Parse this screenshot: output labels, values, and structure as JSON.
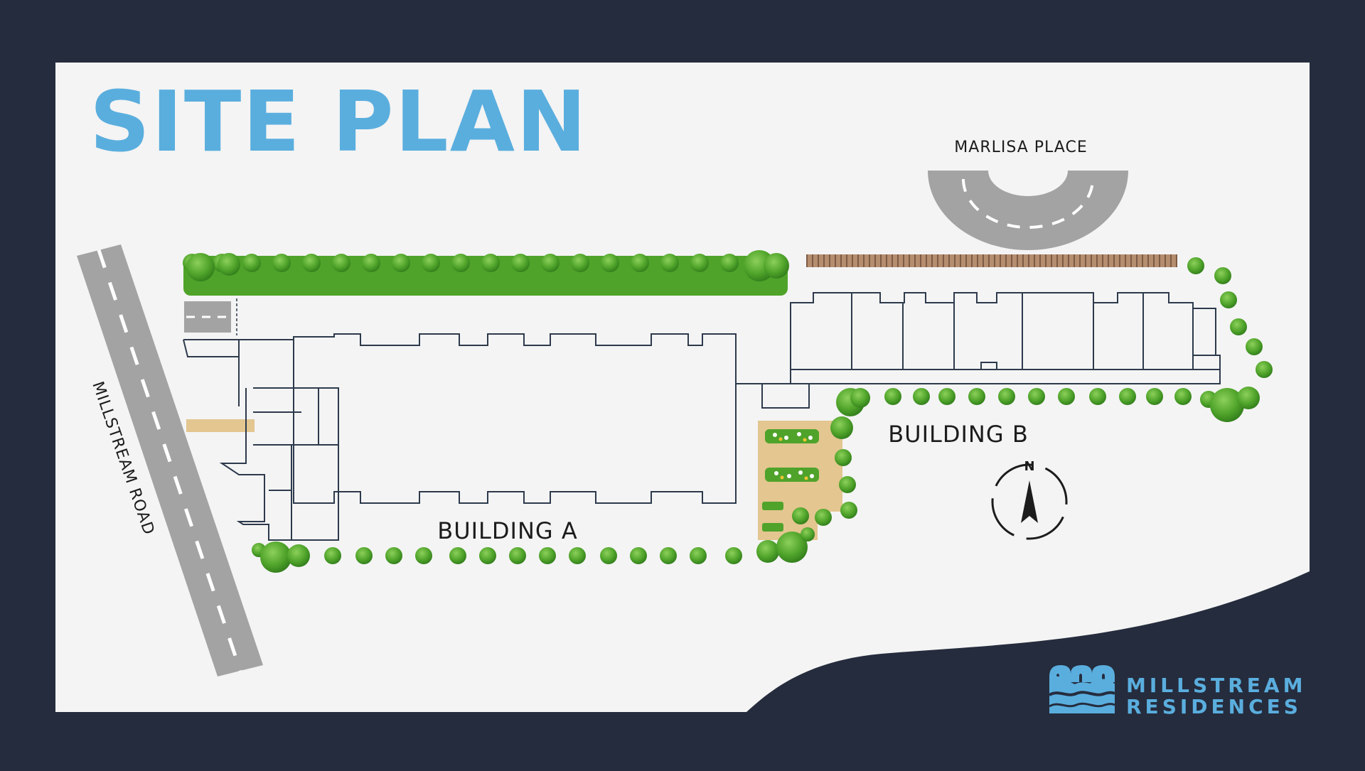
{
  "title": "SITE PLAN",
  "labels": {
    "street_top": "MARLISA PLACE",
    "street_left": "MILLSTREAM ROAD",
    "building_a": "BUILDING A",
    "building_b": "BUILDING B",
    "north": "N"
  },
  "brand": {
    "line1": "MILLSTREAM",
    "line2": "RESIDENCES"
  },
  "colors": {
    "frame": "#252c3d",
    "paper": "#f4f4f4",
    "accent": "#5aaede",
    "road": "#a3a3a3",
    "tree": "#4fa32a",
    "fence": "#a07b60",
    "sand": "#e3c690",
    "outline": "#2d3a4c"
  },
  "icons": [
    "compass-icon",
    "brand-logo-icon"
  ]
}
